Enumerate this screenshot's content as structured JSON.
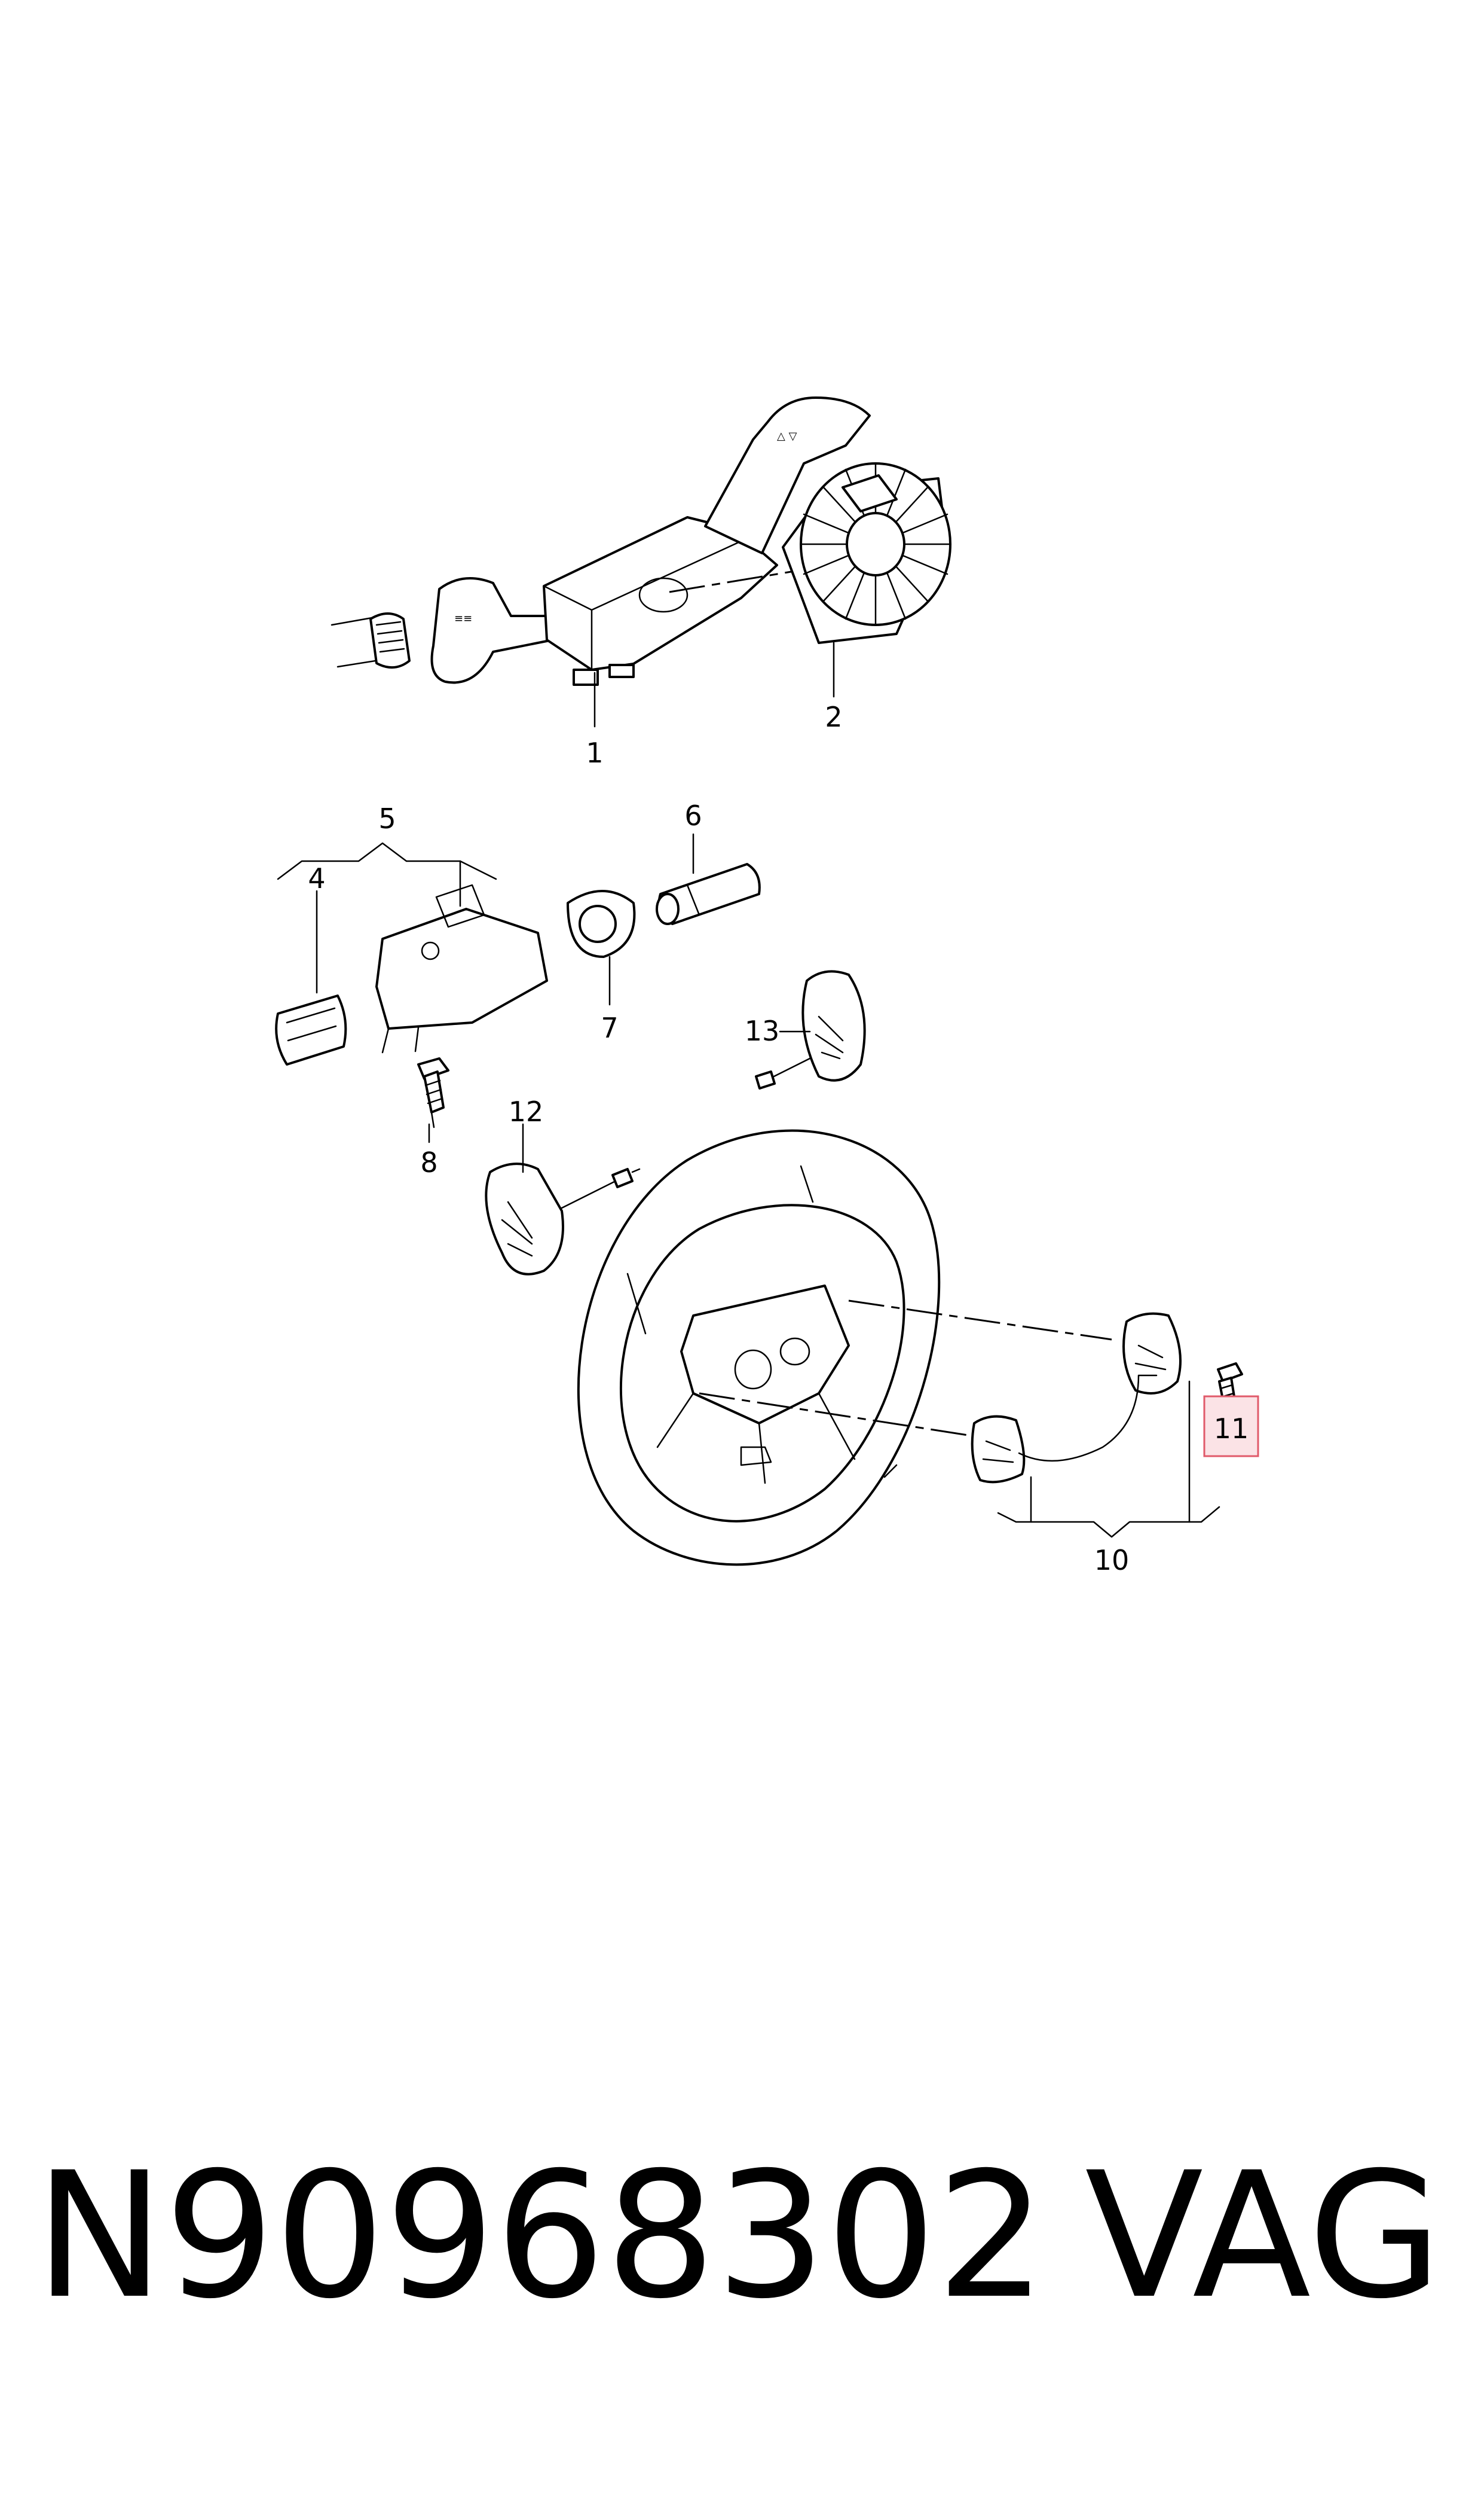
{
  "diagram": {
    "labels": {
      "l1": "1",
      "l2": "2",
      "l4": "4",
      "l5": "5",
      "l6": "6",
      "l7": "7",
      "l8": "8",
      "l10": "10",
      "l11": "11",
      "l12": "12",
      "l13": "13"
    },
    "highlight_color": "#e05a6a",
    "highlight_fill": "#fbe3e6"
  },
  "caption": {
    "part_number": "N90968302",
    "brand": "VAG"
  }
}
